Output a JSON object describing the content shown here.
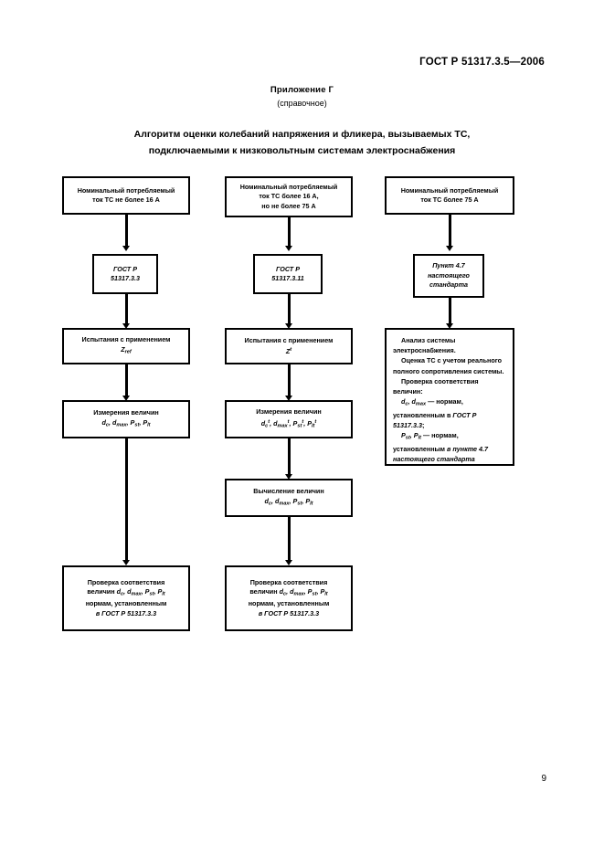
{
  "document": {
    "header": "ГОСТ Р 51317.3.5—2006",
    "annex_label": "Приложение Г",
    "annex_kind": "(справочное)",
    "title_line1": "Алгоритм оценки колебаний напряжения и фликера, вызываемых ТС,",
    "title_line2": "подключаемыми к низковольтным системам электроснабжения",
    "page_number": "9"
  },
  "flowchart": {
    "columns": [
      {
        "id": "column-1",
        "nodes": [
          {
            "name": "node-rated-current-16a",
            "lines": [
              "Номинальный потребляемый",
              "ток ТС не более 16 А"
            ]
          },
          {
            "name": "node-standard-51317-3-3",
            "lines": [
              "ГОСТ Р",
              "51317.3.3"
            ]
          },
          {
            "name": "node-tests-zref",
            "lines": [
              "Испытания с применением",
              "Zref"
            ]
          },
          {
            "name": "node-measurements",
            "lines": [
              "Измерения величин",
              "dc, dmax, Pst, Plt"
            ]
          },
          {
            "name": "node-compliance-check",
            "lines": [
              "Проверка соответствия",
              "величин dc, dmax, Pst, Plt",
              "нормам, установленным",
              "в ГОСТ Р 51317.3.3"
            ]
          }
        ]
      },
      {
        "id": "column-2",
        "nodes": [
          {
            "name": "node-rated-current-16-75a",
            "lines": [
              "Номинальный потребляемый",
              "ток ТС более 16 А,",
              "но не более 75 А"
            ]
          },
          {
            "name": "node-standard-51317-3-11",
            "lines": [
              "ГОСТ Р",
              "51317.3.11"
            ]
          },
          {
            "name": "node-tests-ztest",
            "lines": [
              "Испытания с применением",
              "Zt"
            ]
          },
          {
            "name": "node-measurements-t",
            "lines": [
              "Измерения величин",
              "dct, dmaxt, Pstt, Pltt"
            ]
          },
          {
            "name": "node-calculation",
            "lines": [
              "Вычисление величин",
              "dc, dmax, Pst, Plt"
            ]
          },
          {
            "name": "node-compliance-check-2",
            "lines": [
              "Проверка соответствия",
              "величин dc, dmax, Pst, Plt",
              "нормам, установленным",
              "в ГОСТ Р 51317.3.3"
            ]
          }
        ]
      },
      {
        "id": "column-3",
        "nodes": [
          {
            "name": "node-rated-current-over-75a",
            "lines": [
              "Номинальный потребляемый",
              "ток ТС более 75 А"
            ]
          },
          {
            "name": "node-clause-4-7",
            "lines": [
              "Пункт 4.7",
              "настоящего",
              "стандарта"
            ]
          },
          {
            "name": "node-system-analysis",
            "paragraphs": [
              "Анализ системы электроснабжения.",
              "Оценка ТС с учетом реального полного сопротивления системы.",
              "Проверка соответствия величин:",
              "dc, dmax — нормам, установленным в ГОСТ Р 51317.3.3;",
              "Pst, Plt — нормам, установленным в пункте 4.7 настоящего стандарта"
            ]
          }
        ]
      }
    ]
  }
}
